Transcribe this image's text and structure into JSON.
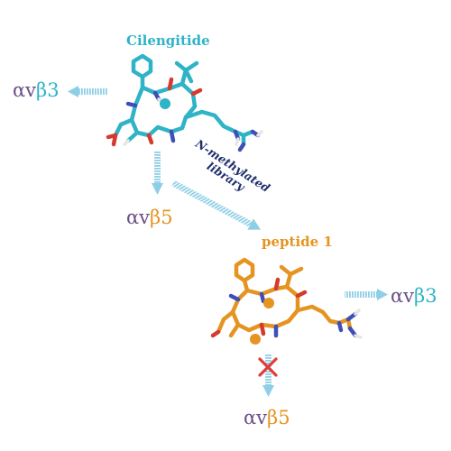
{
  "colors": {
    "cilengitide": "#2fb3c7",
    "peptide": "#e59421",
    "receptor_prefix": "#6b4e86",
    "arrow": "#8fcfe6",
    "library_text": "#1f2f6b",
    "cross": "#e23a3a",
    "nitrogen": "#3f4fb8",
    "oxygen": "#d43a2e",
    "hydrogen": "#e6e6e6"
  },
  "labels": {
    "cilengitide_title": "Cilengitide",
    "peptide_title": "peptide 1",
    "library_line1": "N-methylated",
    "library_line2": "library"
  },
  "receptors": {
    "top_left": {
      "prefix": "αv",
      "beta": "β3"
    },
    "middle_left": {
      "prefix": "αv",
      "beta": "β5"
    },
    "right": {
      "prefix": "αv",
      "beta": "β3"
    },
    "bottom": {
      "prefix": "αv",
      "beta": "β5"
    }
  },
  "icons": {
    "cilengitide_model": "ball-and-stick-molecule-icon",
    "peptide_model": "ball-and-stick-molecule-icon",
    "blocked": "red-cross-icon",
    "arrow": "striped-arrow-icon"
  }
}
